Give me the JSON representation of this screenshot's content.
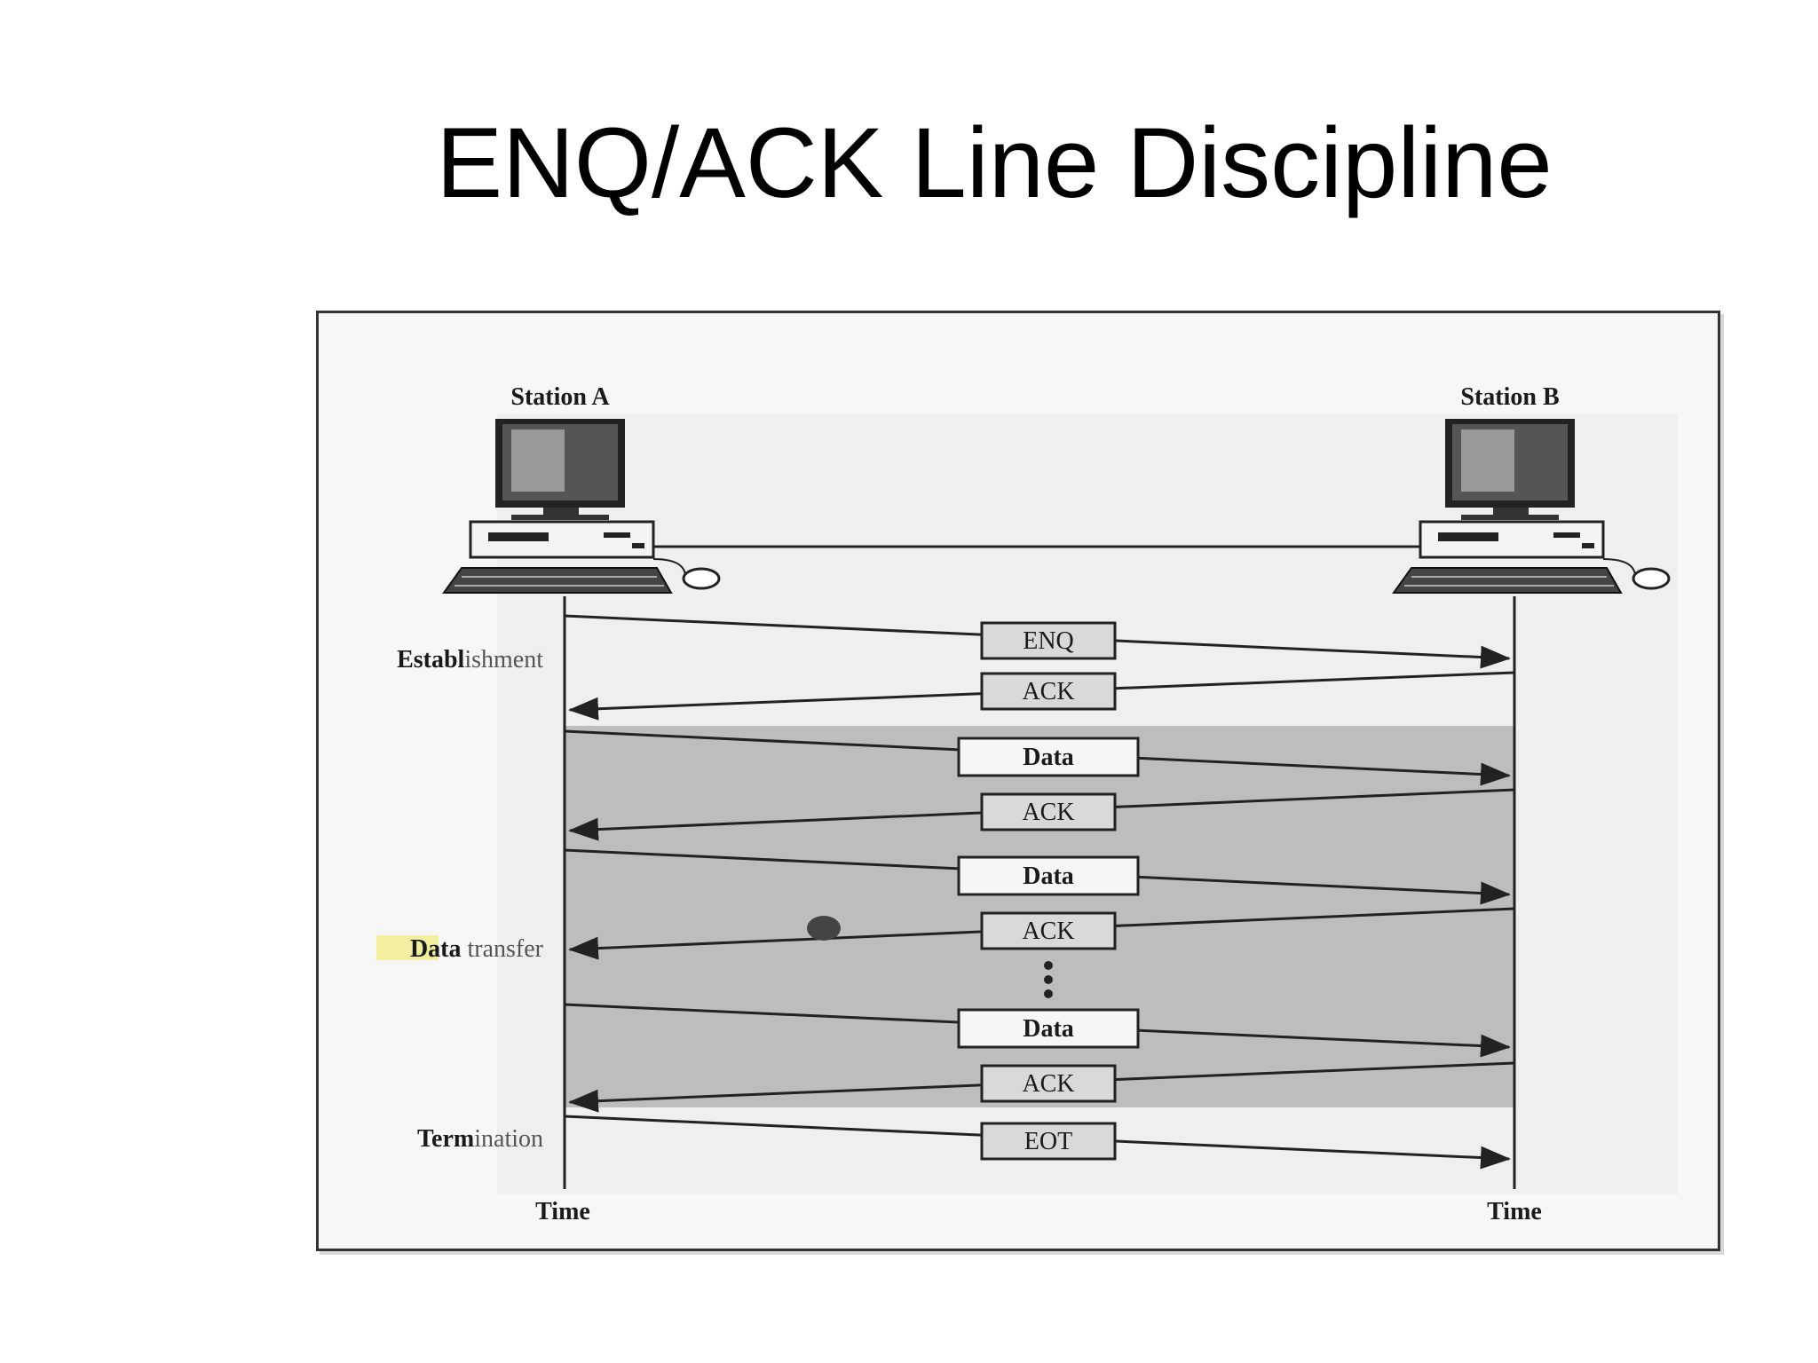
{
  "title": "ENQ/ACK Line Discipline",
  "stations": {
    "a": "Station A",
    "b": "Station B"
  },
  "timeline": {
    "left_label": "Time",
    "right_label": "Time"
  },
  "phases": {
    "establishment": {
      "bold": "Establ",
      "rest": "ishment"
    },
    "data_transfer": {
      "bold": "Data",
      "rest": " transfer"
    },
    "termination": {
      "bold": "Term",
      "rest": "ination"
    }
  },
  "frames": {
    "enq": "ENQ",
    "ack1": "ACK",
    "data1": "Data",
    "ack2": "ACK",
    "data2": "Data",
    "ack3": "ACK",
    "data3": "Data",
    "ack4": "ACK",
    "eot": "EOT"
  },
  "colors": {
    "shade": "#bdbdbd",
    "box_fill": "#d9d9d9",
    "highlight": "#f2f0a0"
  }
}
